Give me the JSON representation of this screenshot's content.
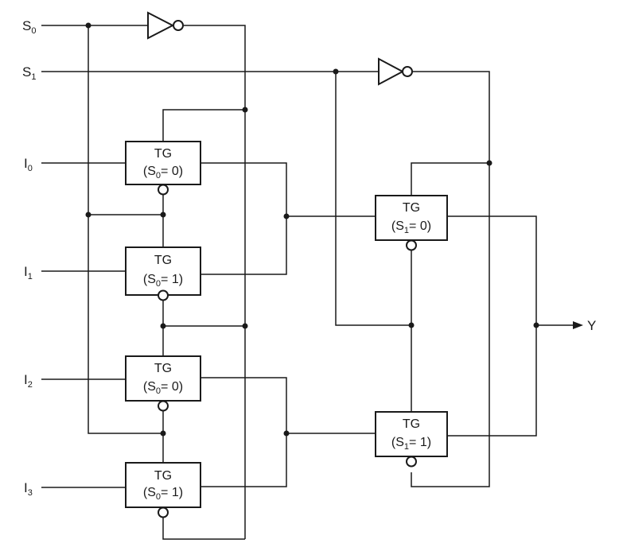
{
  "inputs": {
    "s0": {
      "base": "S",
      "sub": "0"
    },
    "s1": {
      "base": "S",
      "sub": "1"
    },
    "i0": {
      "base": "I",
      "sub": "0"
    },
    "i1": {
      "base": "I",
      "sub": "1"
    },
    "i2": {
      "base": "I",
      "sub": "2"
    },
    "i3": {
      "base": "I",
      "sub": "3"
    }
  },
  "output": {
    "label": "Y"
  },
  "gates": [
    {
      "title": "TG",
      "cond_base": "(S",
      "cond_sub": "0",
      "cond_rest": "= 0)"
    },
    {
      "title": "TG",
      "cond_base": "(S",
      "cond_sub": "0",
      "cond_rest": "= 1)"
    },
    {
      "title": "TG",
      "cond_base": "(S",
      "cond_sub": "0",
      "cond_rest": "= 0)"
    },
    {
      "title": "TG",
      "cond_base": "(S",
      "cond_sub": "0",
      "cond_rest": "= 1)"
    },
    {
      "title": "TG",
      "cond_base": "(S",
      "cond_sub": "1",
      "cond_rest": "= 0)"
    },
    {
      "title": "TG",
      "cond_base": "(S",
      "cond_sub": "1",
      "cond_rest": "= 1)"
    }
  ]
}
